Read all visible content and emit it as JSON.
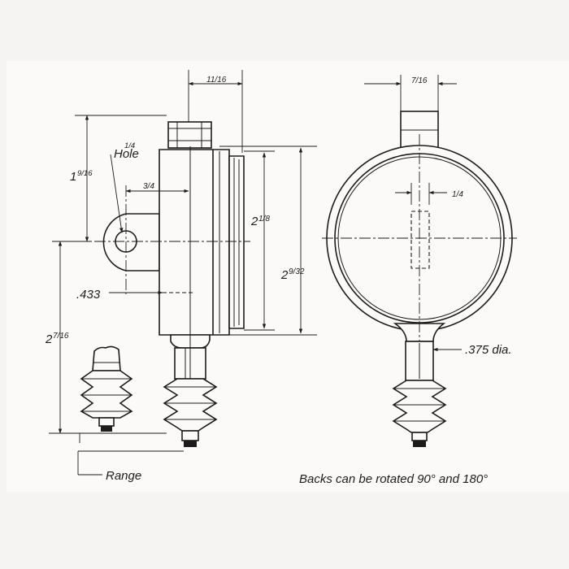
{
  "left_view": {
    "hole_label_num": "1/4",
    "hole_label_text": "Hole",
    "dim_hole_height_whole": "1",
    "dim_hole_height_frac": "9/16",
    "dim_hole_offset": "3/4",
    "dim_stem_width": "11/16",
    "dim_bezel_dia_whole": "2",
    "dim_bezel_dia_frac": "1/8",
    "dim_case_height_whole": "2",
    "dim_case_height_frac": "9/32",
    "dim_lug_offset": ".433",
    "dim_lower_whole": "2",
    "dim_lower_frac": "7/16",
    "range_label": "Range"
  },
  "right_view": {
    "dim_nut_width": "7/16",
    "dim_slot": "1/4",
    "dim_stem_dia": ".375 dia.",
    "note": "Backs can be rotated 90° and 180°"
  }
}
